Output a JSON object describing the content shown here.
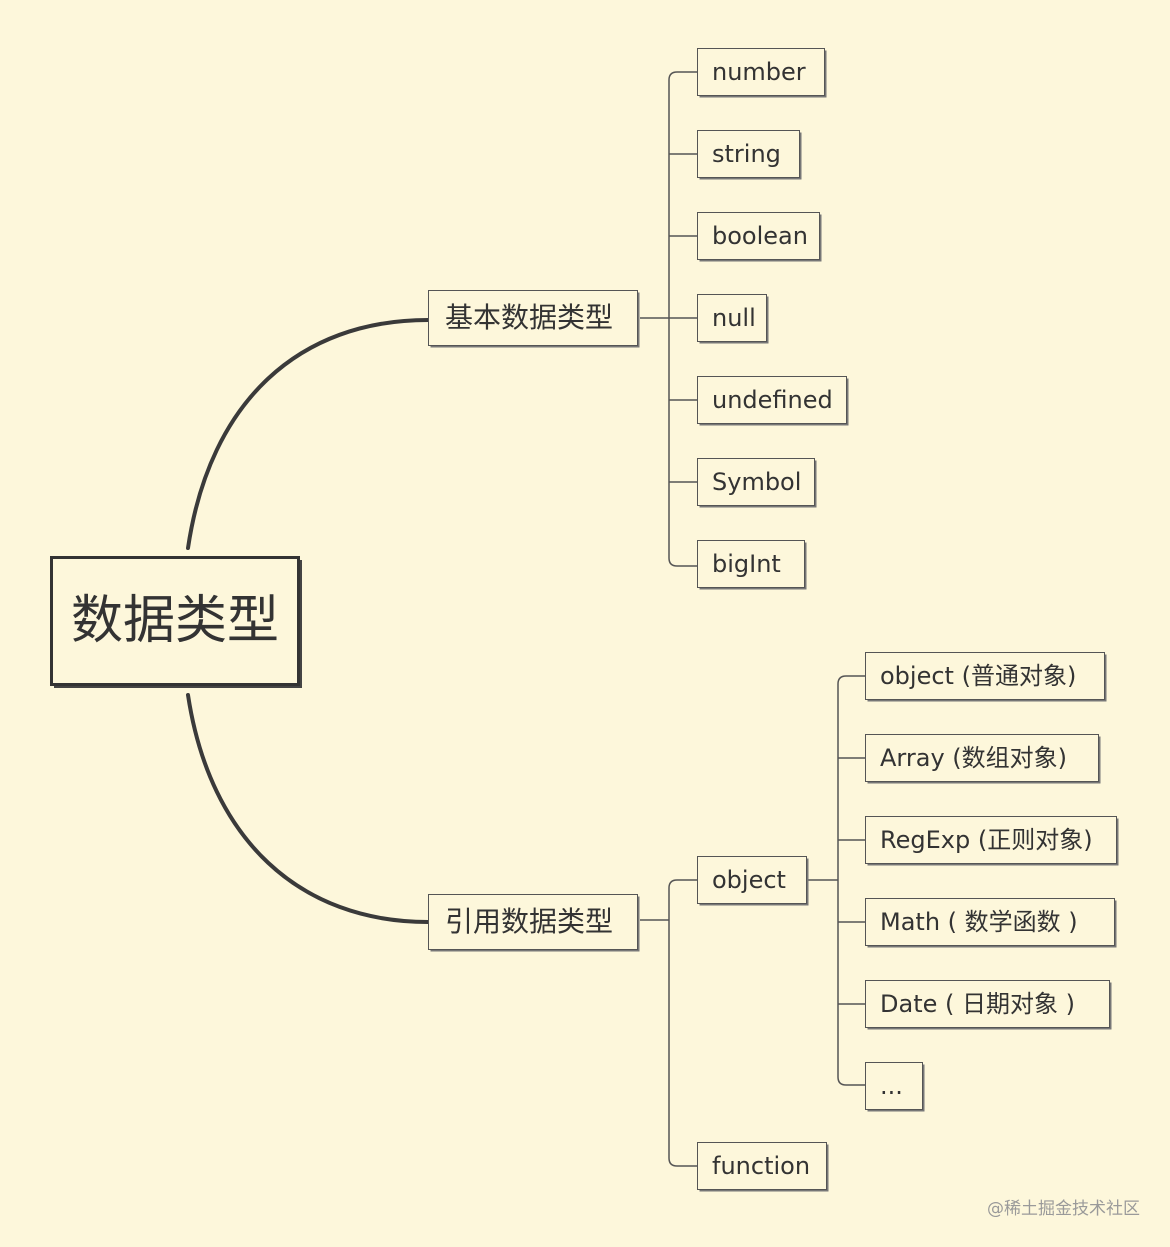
{
  "root": {
    "label": "数据类型"
  },
  "primitive": {
    "label": "基本数据类型",
    "items": [
      "number",
      "string",
      "boolean",
      "null",
      "undefined",
      "Symbol",
      "bigInt"
    ]
  },
  "reference": {
    "label": "引用数据类型",
    "object": {
      "label": "object",
      "items": [
        "object (普通对象)",
        "Array (数组对象)",
        "RegExp (正则对象)",
        "Math ( 数学函数 )",
        "Date ( 日期对象 )",
        "..."
      ]
    },
    "function": {
      "label": "function"
    }
  },
  "watermark": "@稀土掘金技术社区"
}
